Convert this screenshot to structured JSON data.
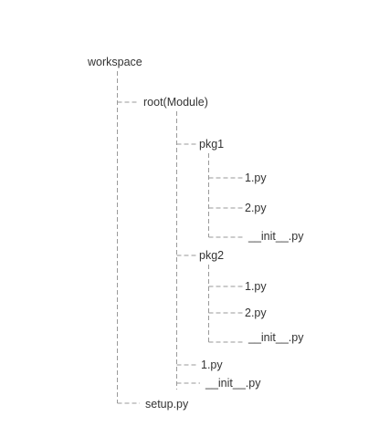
{
  "tree": {
    "root": {
      "label": "workspace",
      "children": [
        {
          "label": "root(Module)",
          "children": [
            {
              "label": "pkg1",
              "children": [
                {
                  "label": "1.py"
                },
                {
                  "label": "2.py"
                },
                {
                  "label": "__init__.py"
                }
              ]
            },
            {
              "label": "pkg2",
              "children": [
                {
                  "label": "1.py"
                },
                {
                  "label": "2.py"
                },
                {
                  "label": "__init__.py"
                }
              ]
            },
            {
              "label": "1.py"
            },
            {
              "label": "__init__.py"
            }
          ]
        },
        {
          "label": "setup.py"
        }
      ]
    }
  },
  "colors": {
    "line": "#9a9a9a",
    "text": "#333333",
    "background": "#ffffff"
  }
}
